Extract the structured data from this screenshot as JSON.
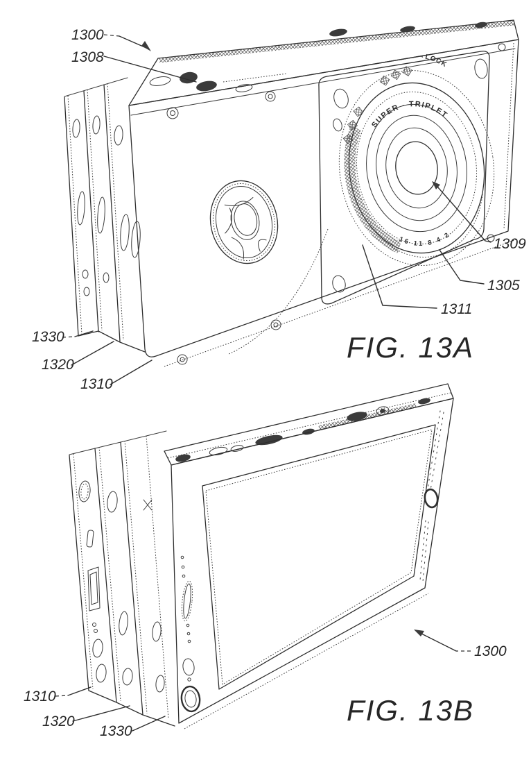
{
  "colors": {
    "ink": "#262626",
    "paper": "#ffffff"
  },
  "figures": {
    "fig13a": {
      "caption": "FIG. 13A",
      "refs": {
        "r1300": "1300",
        "r1308": "1308",
        "r1309": "1309",
        "r1305": "1305",
        "r1311": "1311",
        "r1330": "1330",
        "r1320": "1320",
        "r1310": "1310"
      },
      "lens": {
        "lock": "→LOCK",
        "brand": "SUPER - TRIPLET",
        "aperture_scale": "16  11  8  4  2"
      }
    },
    "fig13b": {
      "caption": "FIG. 13B",
      "refs": {
        "r1310": "1310",
        "r1320": "1320",
        "r1330": "1330",
        "r1300": "1300"
      }
    }
  }
}
